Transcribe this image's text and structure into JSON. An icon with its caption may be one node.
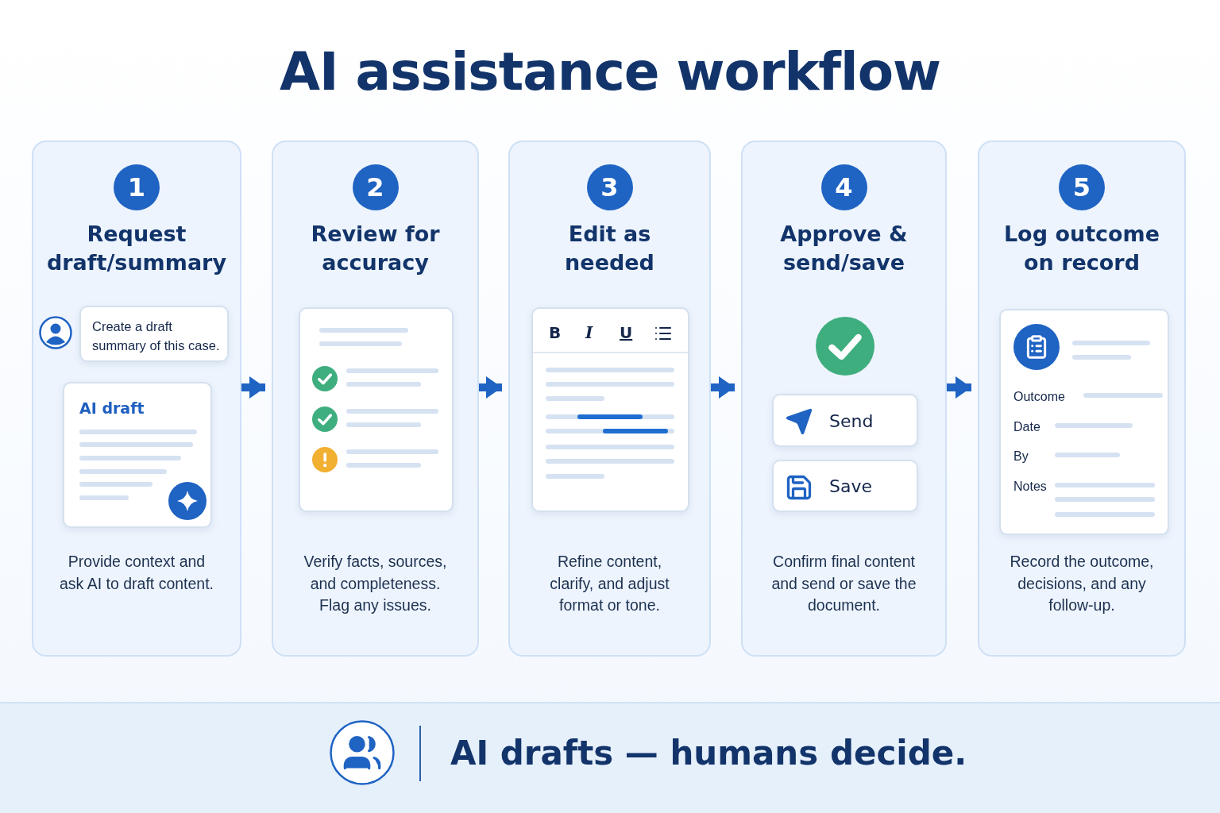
{
  "diagram": {
    "title": "AI assistance workflow",
    "nodes": [
      {
        "text": [
          "1",
          "Request draft/summary",
          "Provide context and ask AI to draft content."
        ]
      },
      {
        "text": [
          "2",
          "Review for accuracy",
          "Verify facts, sources, and completeness. Flag any issues."
        ]
      },
      {
        "text": [
          "3",
          "Edit as needed",
          "Refine content, clarify, and adjust format or tone."
        ]
      },
      {
        "text": [
          "4",
          "Approve & send/save",
          "Confirm final content and send or save the document."
        ]
      },
      {
        "text": [
          "5",
          "Log outcome on record",
          "Record the outcome, decisions, and any follow-up."
        ]
      },
      {
        "text": [
          "Create a draft summary of this case."
        ],
        "in": 0
      },
      {
        "text": [
          "AI draft"
        ],
        "in": 0
      },
      {
        "text": [
          "Send"
        ],
        "in": 3
      },
      {
        "text": [
          "Save"
        ],
        "in": 3
      },
      {
        "text": [
          "Outcome",
          "Date",
          "By",
          "Notes"
        ],
        "in": 4
      },
      {
        "text": [
          "AI drafts — humans decide."
        ]
      }
    ],
    "edges": [
      {
        "from": 0,
        "to": 1,
        "arrow": "to"
      },
      {
        "from": 1,
        "to": 2,
        "arrow": "to"
      },
      {
        "from": 2,
        "to": 3,
        "arrow": "to"
      },
      {
        "from": 3,
        "to": 4,
        "arrow": "to"
      }
    ],
    "labels": [
      "B",
      "I",
      "U"
    ]
  }
}
